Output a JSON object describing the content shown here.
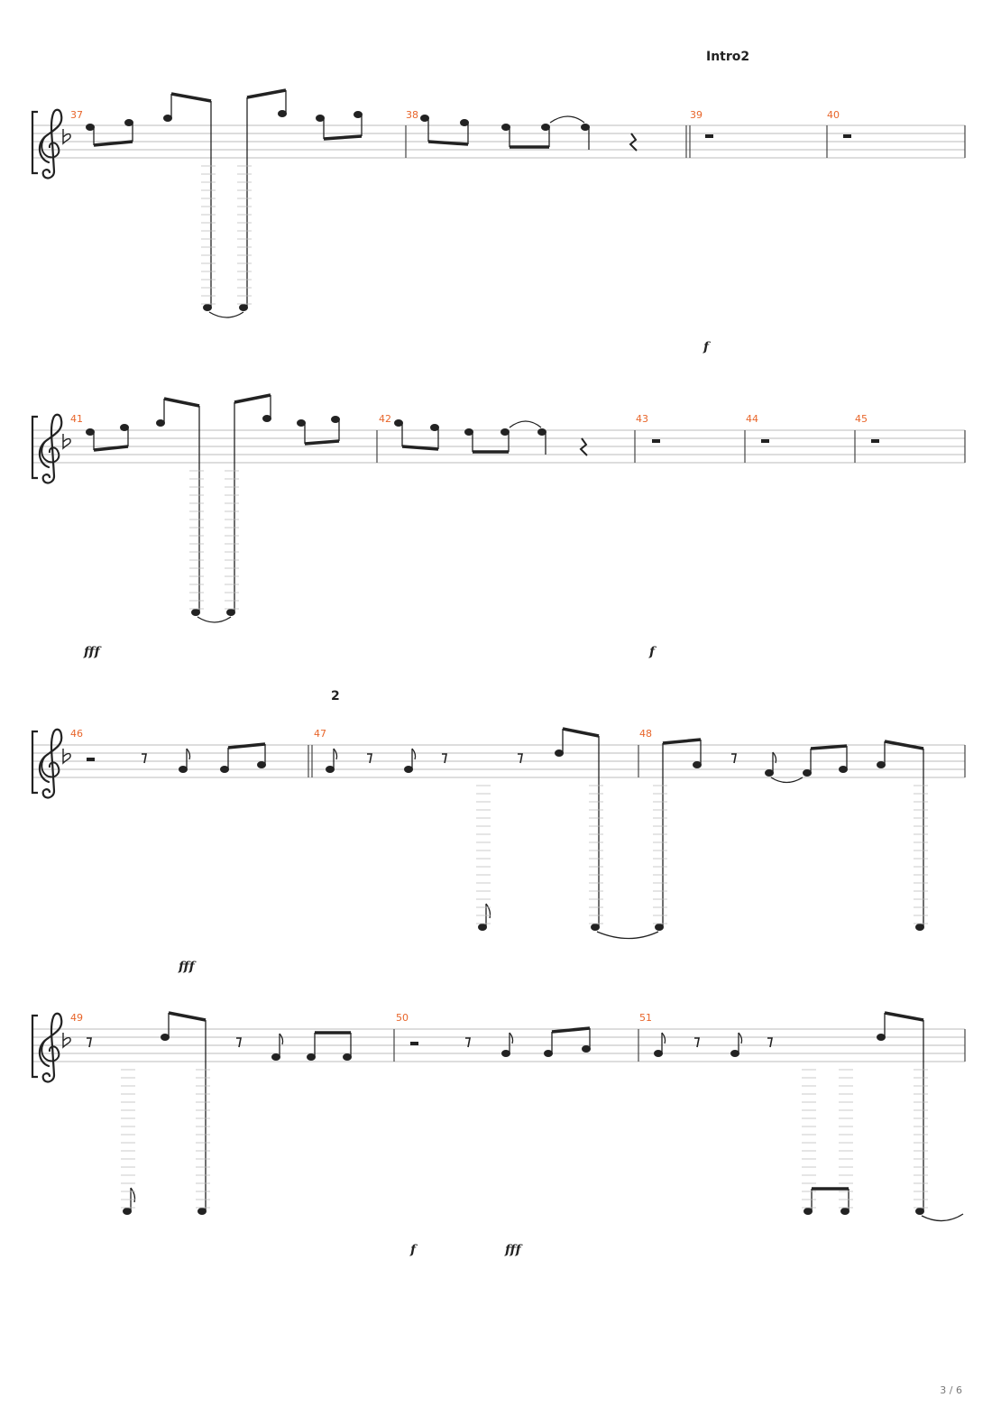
{
  "score": {
    "key_signature": "F major (1 flat)",
    "clef": "treble",
    "sections": [
      {
        "label": "Intro2",
        "measure": 39
      },
      {
        "label": "2",
        "measure": 47
      }
    ],
    "systems": [
      {
        "measures": [
          37,
          38,
          39,
          40
        ],
        "dynamics": [
          "f"
        ]
      },
      {
        "measures": [
          41,
          42,
          43,
          44,
          45
        ],
        "dynamics": [
          "fff",
          "f"
        ]
      },
      {
        "measures": [
          46,
          47,
          48
        ],
        "dynamics": [
          "fff"
        ]
      },
      {
        "measures": [
          49,
          50,
          51
        ],
        "dynamics": [
          "f",
          "fff"
        ]
      }
    ],
    "colors": {
      "measure_number": "#e8652a",
      "ink": "#222222",
      "staff_line": "#bbbbbb"
    }
  },
  "footer": {
    "page_label": "3 / 6"
  }
}
